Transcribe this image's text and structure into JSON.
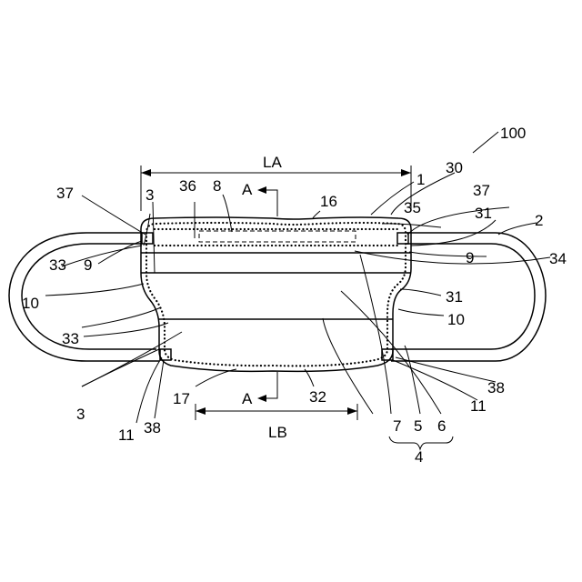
{
  "figure": {
    "labels": {
      "n100": "100",
      "LA": "LA",
      "LB": "LB",
      "A_top": "A",
      "A_bottom": "A",
      "n1": "1",
      "n2": "2",
      "n3a": "3",
      "n3b": "3",
      "n4": "4",
      "n5": "5",
      "n6": "6",
      "n7": "7",
      "n8": "8",
      "n9a": "9",
      "n9b": "9",
      "n10a": "10",
      "n10b": "10",
      "n11a": "11",
      "n11b": "11",
      "n16": "16",
      "n17": "17",
      "n30": "30",
      "n31a": "31",
      "n31b": "31",
      "n32": "32",
      "n33a": "33",
      "n33b": "33",
      "n34": "34",
      "n35": "35",
      "n36": "36",
      "n37a": "37",
      "n37b": "37",
      "n38a": "38",
      "n38b": "38"
    }
  }
}
